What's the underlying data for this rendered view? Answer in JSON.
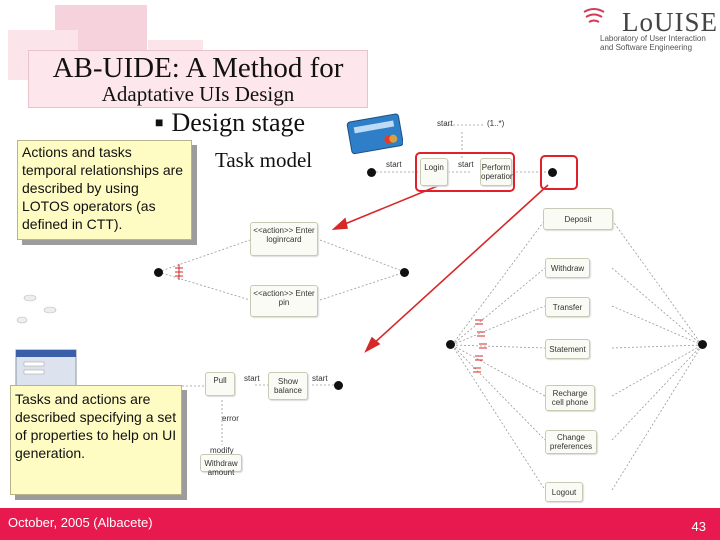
{
  "slide": {
    "title_line1": "AB-UIDE: A Method for",
    "title_line2": "Adaptative UIs Design",
    "bullet": "Design stage",
    "sub_bullet": "Task model",
    "callout_top": "Actions and tasks temporal relationships are described by using LOTOS operators (as defined in CTT).",
    "callout_bottom": "Tasks and actions are described specifying a set of properties to help on UI generation.",
    "footer_date": "October, 2005 (Albacete)",
    "page_number": "43"
  },
  "logo": {
    "name": "LoUISE",
    "subtitle_line1": "Laboratory of User Interaction",
    "subtitle_line2": "and Software Engineering"
  },
  "diagram": {
    "top_labels": {
      "start_label": "start",
      "iter_label": "(1..*)"
    },
    "login_row": {
      "start": "start",
      "login": "Login",
      "start2": "start",
      "perform": "Perform operation"
    },
    "login_detail": {
      "card": "<<action>> Enter loginrcard",
      "pin": "<<action>> Enter pin"
    },
    "operations": [
      "Deposit",
      "Withdraw",
      "Transfer",
      "Statement",
      "Recharge cell phone",
      "Change preferences",
      "Logout"
    ],
    "bottom_detail": {
      "pull": "Pull",
      "start": "start",
      "show": "Show balance",
      "start2": "start",
      "error": "error",
      "modify": "modify",
      "amount": "Withdraw amount"
    }
  },
  "colors": {
    "footer": "#e8194f",
    "callout": "#fefcc3",
    "title_box": "#fde7ec",
    "highlight": "#e0202a"
  }
}
